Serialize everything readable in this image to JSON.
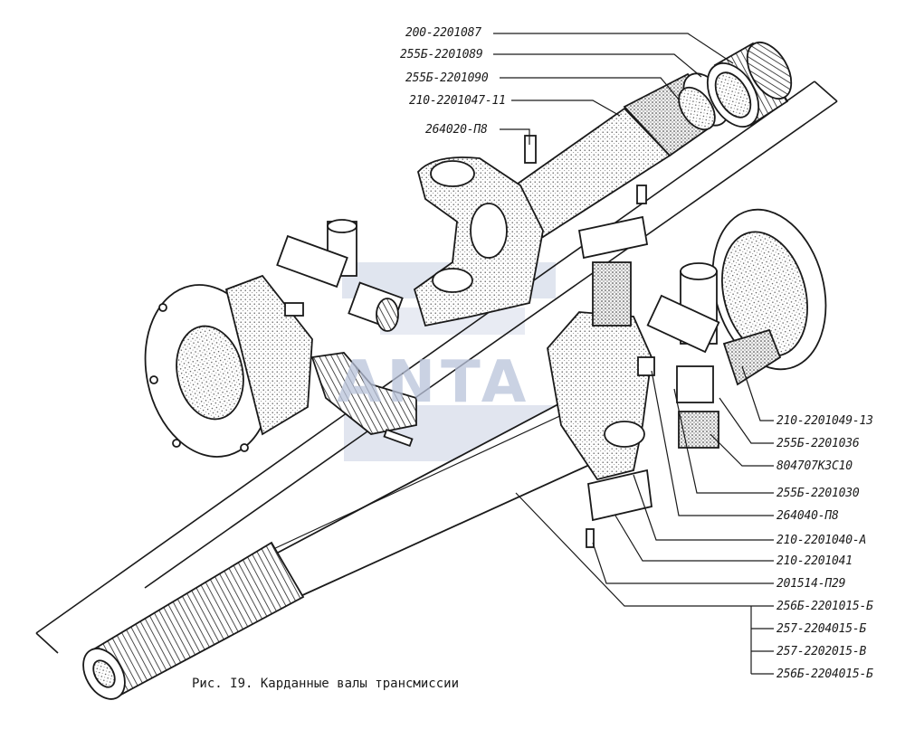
{
  "figure": {
    "caption": "Рис. I9. Карданные валы трансмиссии",
    "watermark": "ANTA"
  },
  "callouts": [
    "200-2201087",
    "255Б-2201089",
    "255Б-2201090",
    "210-2201047-11",
    "264020-П8",
    "210-2201049-13",
    "255Б-2201036",
    "804707К3С10",
    "255Б-2201030",
    "264040-П8",
    "210-2201040-А",
    "210-2201041",
    "201514-П29",
    "256Б-2201015-Б",
    "257-2204015-Б",
    "257-2202015-В",
    "256Б-2204015-Б"
  ],
  "colors": {
    "ink": "#1a1a1a",
    "watermark": "#b9c3da"
  }
}
